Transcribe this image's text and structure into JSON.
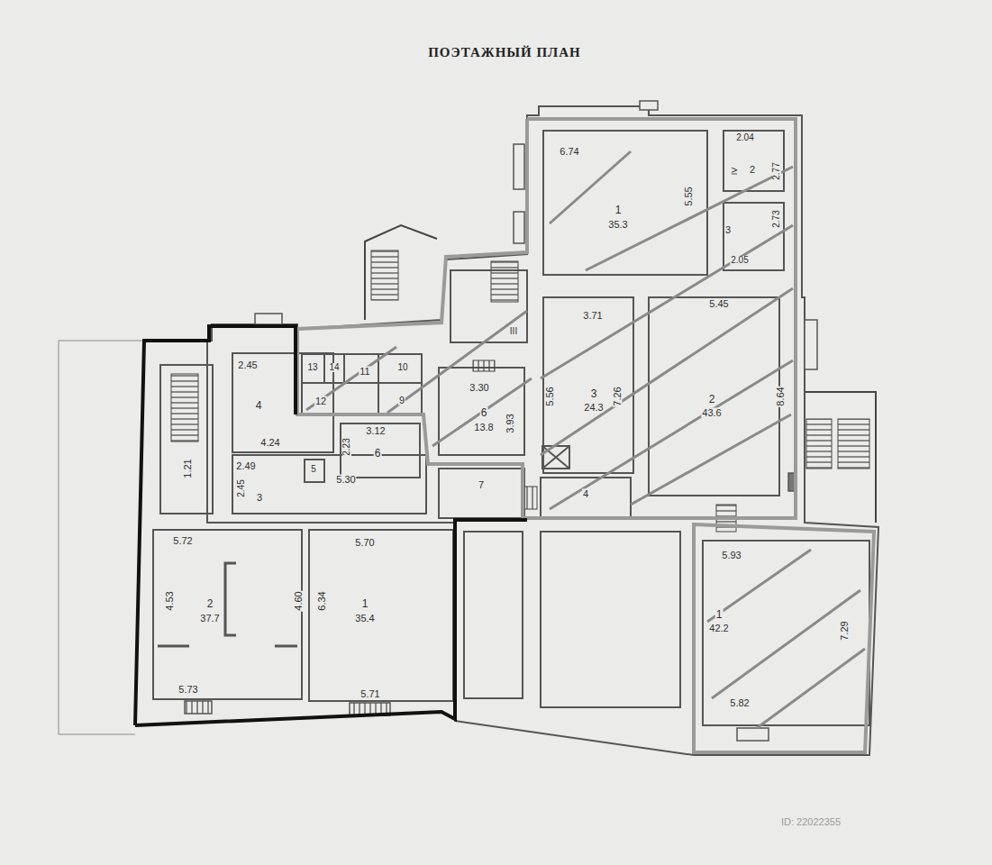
{
  "diagram": {
    "title": "ПОЭТАЖНЫЙ ПЛАН",
    "labels": [
      "6.74",
      "1",
      "35.3",
      "5.55",
      "2.04",
      "IV",
      "2",
      "2.77",
      "3",
      "2.73",
      "2.05",
      "3.71",
      "5.56",
      "3",
      "24.3",
      "7.26",
      "5.45",
      "2",
      "43.6",
      "8.64",
      "III",
      "3.30",
      "6",
      "13.8",
      "3.93",
      "4",
      "7",
      "5.93",
      "1",
      "42.2",
      "7.29",
      "5.82",
      "2.45",
      "13",
      "14",
      "10",
      "4",
      "11",
      "12",
      "9",
      "4.24",
      "3.12",
      "2.23",
      "6",
      "2.49",
      "2.45",
      "3",
      "5",
      "5.30",
      "1.21",
      "5.72",
      "4.53",
      "4.60",
      "2",
      "37.7",
      "5.73",
      "5.70",
      "6.34",
      "1",
      "35.4",
      "5.71",
      "ID: 22022355"
    ]
  }
}
